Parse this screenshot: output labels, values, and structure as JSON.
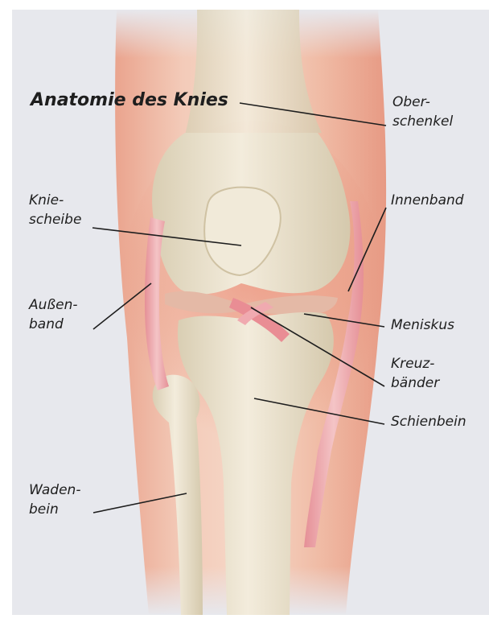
{
  "title": "Anatomie des Knies",
  "labels": {
    "oberschenkel": {
      "line1": "Ober-",
      "line2": "schenkel"
    },
    "kniescheibe": {
      "line1": "Knie-",
      "line2": "scheibe"
    },
    "innenband": {
      "line1": "Innenband"
    },
    "aussenband": {
      "line1": "Außen-",
      "line2": "band"
    },
    "meniskus": {
      "line1": "Meniskus"
    },
    "kreuzbaender": {
      "line1": "Kreuz-",
      "line2": "bänder"
    },
    "schienbein": {
      "line1": "Schienbein"
    },
    "wadenbein": {
      "line1": "Waden-",
      "line2": "bein"
    }
  },
  "colors": {
    "background": "#e7e8ed",
    "skin": "#e9a088",
    "bone": "#ece4d0",
    "ligament": "#ea9aa0",
    "text": "#1e1e1e"
  }
}
